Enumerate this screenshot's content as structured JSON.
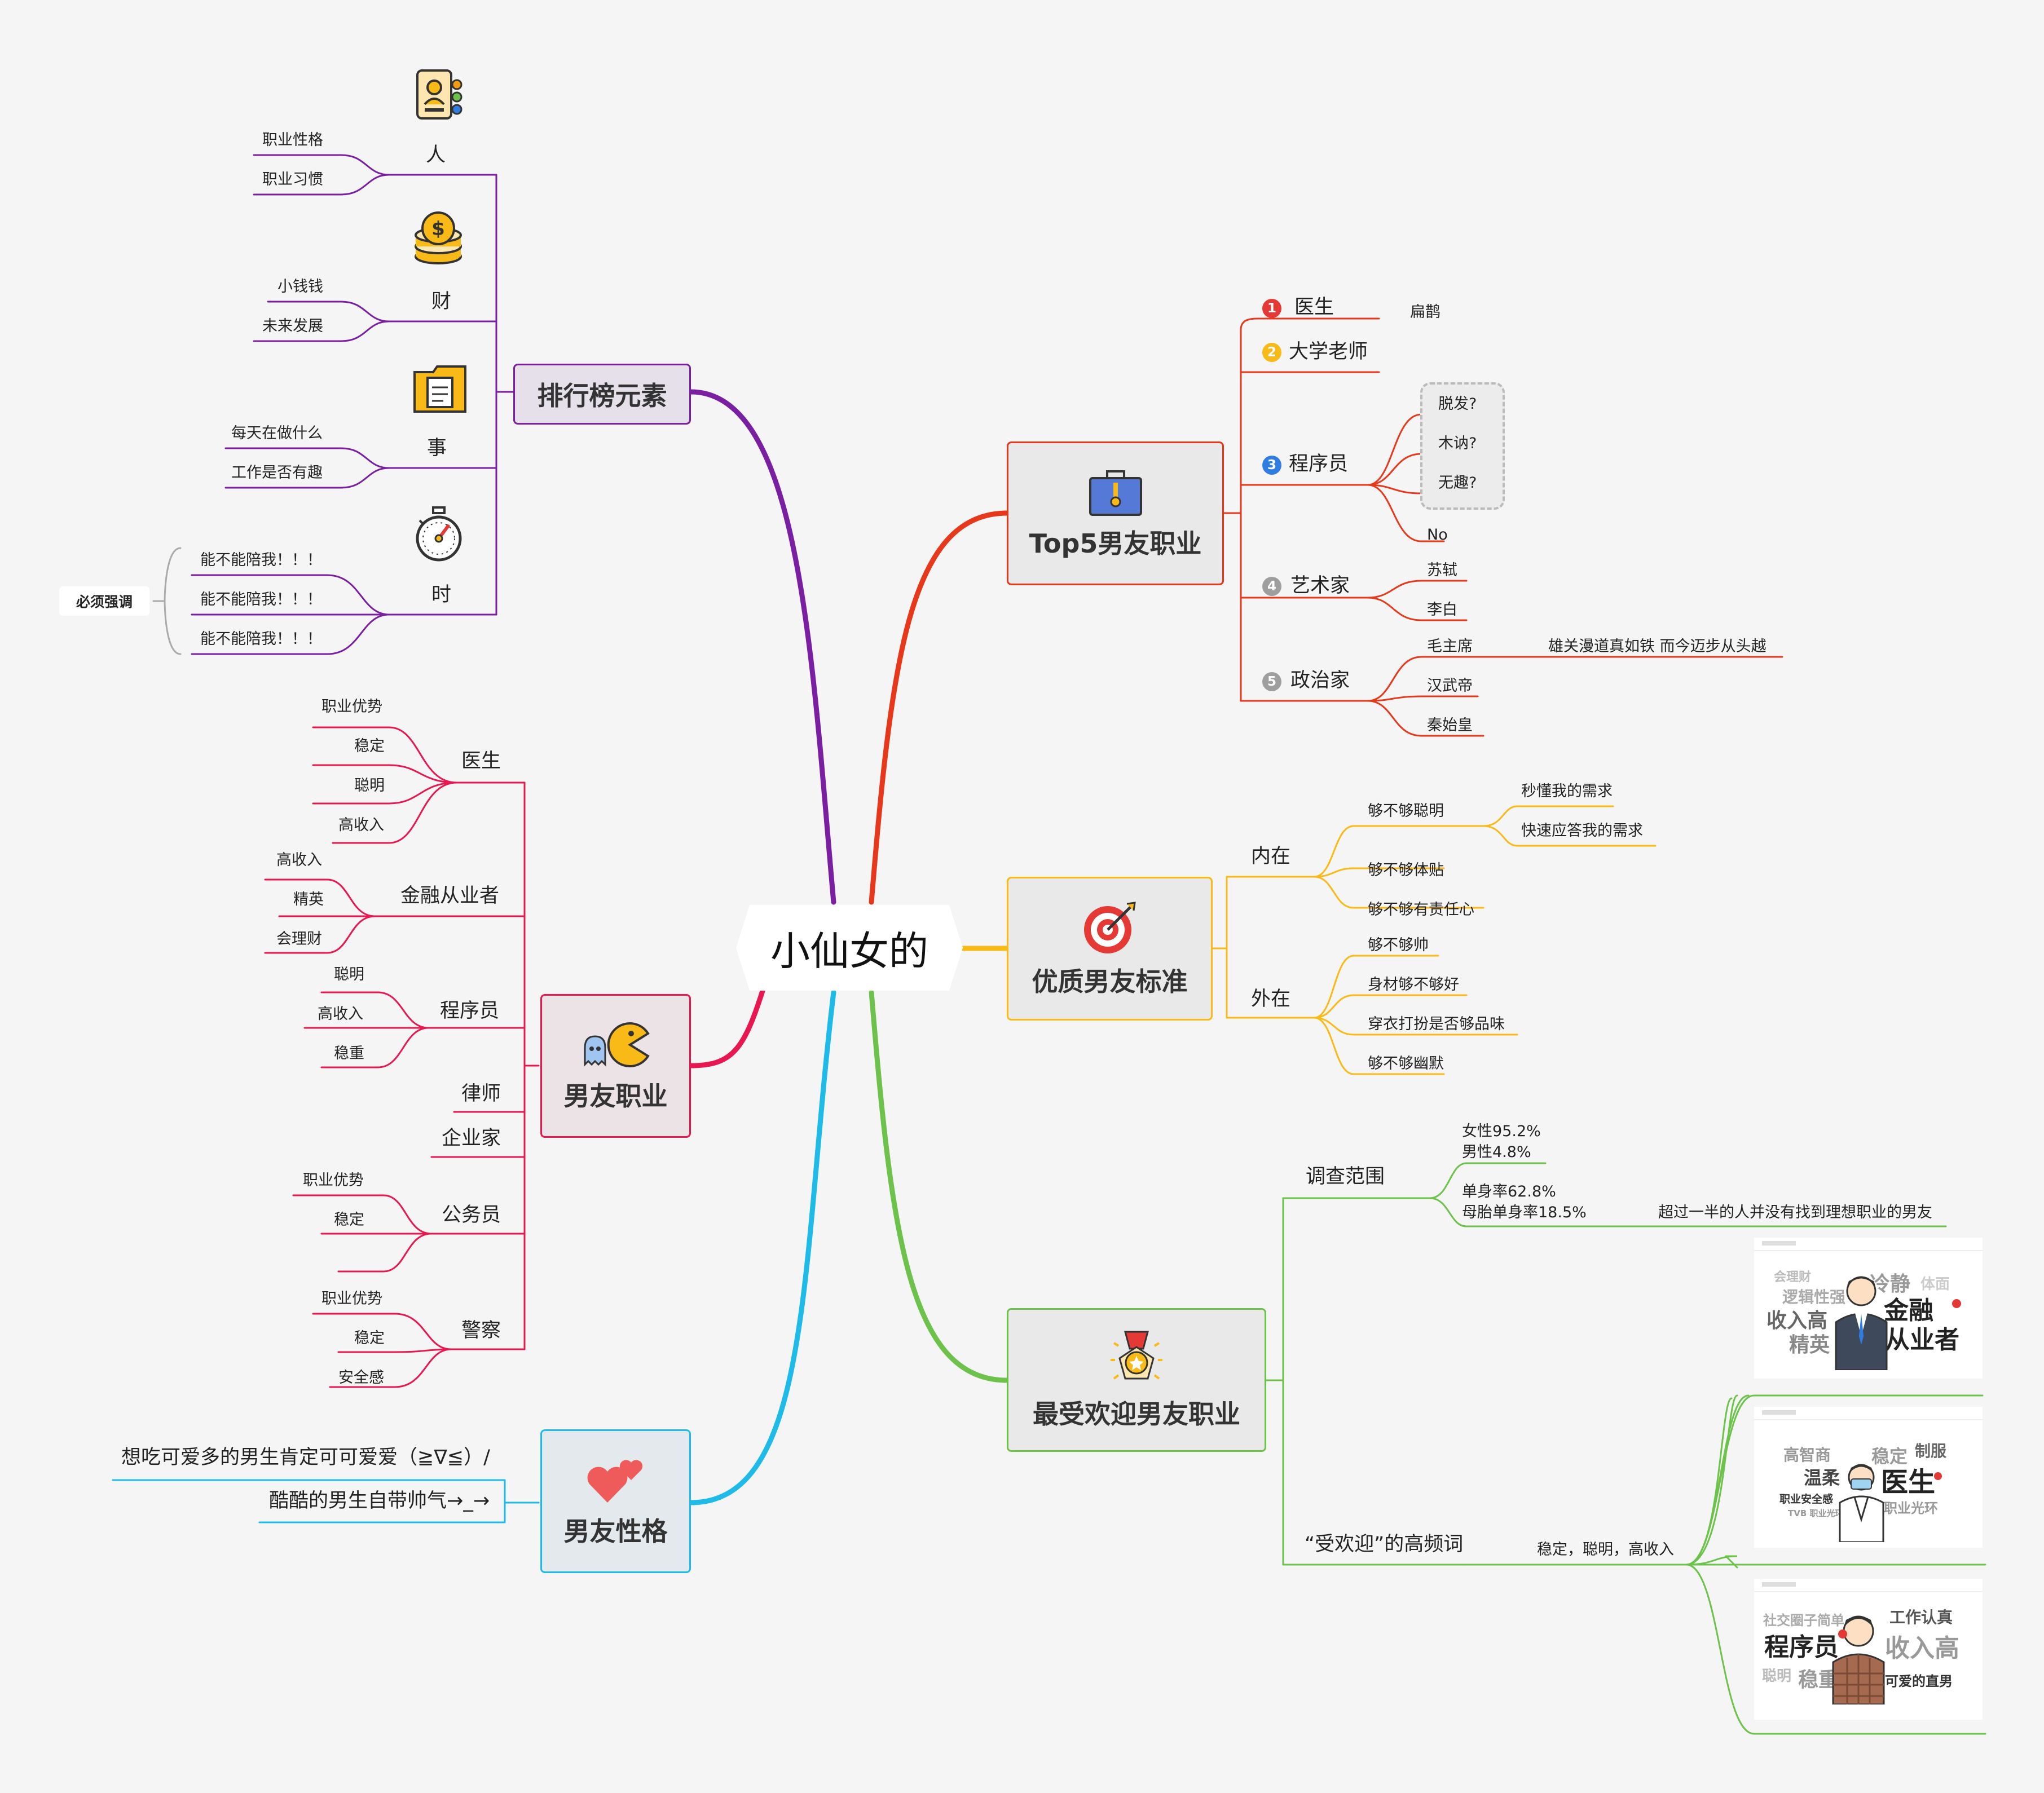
{
  "central": "小仙女的",
  "branches": {
    "ranking": {
      "title": "排行榜元素",
      "color": "#7b1fa2",
      "people": {
        "label": "人",
        "leaves": [
          "职业性格",
          "职业习惯"
        ]
      },
      "money": {
        "label": "财",
        "leaves": [
          "小钱钱",
          "未来发展"
        ]
      },
      "work": {
        "label": "事",
        "leaves": [
          "每天在做什么",
          "工作是否有趣"
        ]
      },
      "time": {
        "label": "时",
        "leaves": [
          "能不能陪我！！！",
          "能不能陪我！！！",
          "能不能陪我！！！"
        ],
        "note": "必须强调"
      }
    },
    "jobs": {
      "title": "男友职业",
      "color": "#e91e63",
      "doctor": {
        "label": "医生",
        "leaves": [
          "职业优势",
          "稳定",
          "聪明",
          "高收入"
        ]
      },
      "finance": {
        "label": "金融从业者",
        "leaves": [
          "高收入",
          "精英",
          "会理财"
        ]
      },
      "programmer": {
        "label": "程序员",
        "leaves": [
          "聪明",
          "高收入",
          "稳重"
        ]
      },
      "lawyer": {
        "label": "律师"
      },
      "entrepreneur": {
        "label": "企业家"
      },
      "civil": {
        "label": "公务员",
        "leaves": [
          "职业优势",
          "稳定"
        ]
      },
      "police": {
        "label": "警察",
        "leaves": [
          "职业优势",
          "稳定",
          "安全感"
        ]
      }
    },
    "personality": {
      "title": "男友性格",
      "color": "#1ebbe8",
      "leaves": [
        "想吃可爱多的男生肯定可可爱爱（≧∇≦）/",
        "酷酷的男生自带帅气→_→"
      ]
    },
    "top5": {
      "title": "Top5男友职业",
      "color": "#e8381b",
      "items": [
        {
          "num": "1",
          "label": "医生",
          "color": "#e53935",
          "subs": [
            "扁鹊"
          ]
        },
        {
          "num": "2",
          "label": "大学老师",
          "color": "#f9b916",
          "subs": []
        },
        {
          "num": "3",
          "label": "程序员",
          "color": "#2f7de1",
          "subs": [
            "脱发?",
            "木讷?",
            "无趣?",
            "No"
          ]
        },
        {
          "num": "4",
          "label": "艺术家",
          "color": "#9e9e9e",
          "subs": [
            "苏轼",
            "李白"
          ]
        },
        {
          "num": "5",
          "label": "政治家",
          "color": "#9e9e9e",
          "subs": [
            "毛主席",
            "汉武帝",
            "秦始皇"
          ]
        }
      ],
      "quote": "雄关漫道真如铁 而今迈步从头越"
    },
    "quality": {
      "title": "优质男友标准",
      "color": "#f9b916",
      "inner": {
        "label": "内在",
        "items": [
          "够不够聪明",
          "够不够体贴",
          "够不够有责任心"
        ],
        "smart_subs": [
          "秒懂我的需求",
          "快速应答我的需求"
        ]
      },
      "outer": {
        "label": "外在",
        "items": [
          "够不够帅",
          "身材够不够好",
          "穿衣打扮是否够品味",
          "够不够幽默"
        ]
      }
    },
    "popular": {
      "title": "最受欢迎男友职业",
      "color": "#6cc24a",
      "survey": {
        "label": "调查范围",
        "gender": [
          "女性95.2%",
          "男性4.8%"
        ],
        "single": [
          "单身率62.8%",
          "母胎单身率18.5%"
        ],
        "conclusion": "超过一半的人并没有找到理想职业的男友"
      },
      "freq": {
        "label": "“受欢迎”的高频词",
        "words": "稳定，聪明，高收入"
      },
      "cards": [
        {
          "words": [
            "会理财",
            "逻辑性强",
            "冷静",
            "体面",
            "收入高",
            "金融",
            "精英",
            "从业者"
          ]
        },
        {
          "words": [
            "高智商",
            "稳定",
            "制服",
            "温柔",
            "医生",
            "职业安全感",
            "职业光环",
            "TVB 职业光环"
          ]
        },
        {
          "words": [
            "社交圈子简单",
            "工作认真",
            "程序员",
            "收入高",
            "聪明",
            "稳重",
            "可爱的直男"
          ]
        }
      ]
    }
  }
}
